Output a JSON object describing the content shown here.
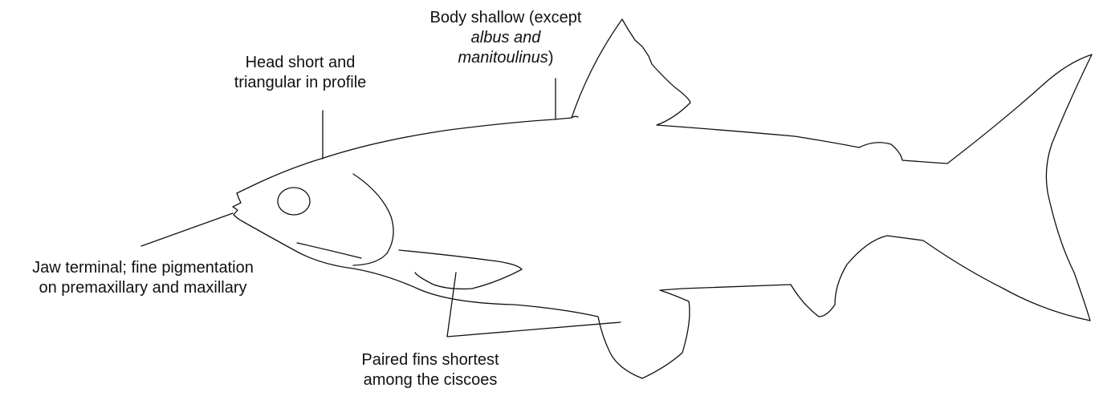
{
  "labels": {
    "body": {
      "line1": "Body shallow (except",
      "line2_italic": "albus and",
      "line3_italic": "manitoulinus",
      "line3_suffix": ")"
    },
    "head": {
      "line1": "Head short and",
      "line2": "triangular in profile"
    },
    "jaw": {
      "line1": "Jaw terminal; fine pigmentation",
      "line2": "on premaxillary and maxillary"
    },
    "fins": {
      "line1": "Paired fins shortest",
      "line2": "among the ciscoes"
    }
  },
  "colors": {
    "outline": "#111111",
    "background": "#ffffff"
  }
}
